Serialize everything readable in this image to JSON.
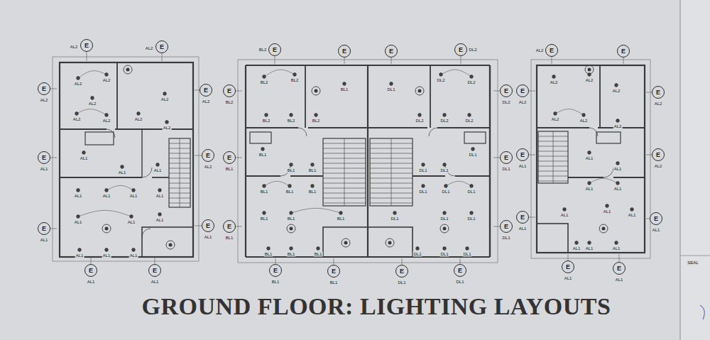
{
  "diagram": {
    "title": "GROUND FLOOR: LIGHTING LAYOUTS",
    "nodes": [
      {
        "text": [
          "E"
        ]
      },
      {
        "text": [
          "E"
        ]
      },
      {
        "text": [
          "E"
        ]
      },
      {
        "text": [
          "E"
        ]
      },
      {
        "text": [
          "E"
        ]
      },
      {
        "text": [
          "E"
        ]
      },
      {
        "text": [
          "E"
        ]
      },
      {
        "text": [
          "E"
        ]
      },
      {
        "text": [
          "E"
        ]
      },
      {
        "text": [
          "E"
        ]
      },
      {
        "text": [
          "E"
        ]
      },
      {
        "text": [
          "E"
        ]
      },
      {
        "text": [
          "E"
        ]
      },
      {
        "text": [
          "E"
        ]
      },
      {
        "text": [
          "E"
        ]
      },
      {
        "text": [
          "E"
        ]
      },
      {
        "text": [
          "E"
        ]
      },
      {
        "text": [
          "E"
        ]
      },
      {
        "text": [
          "E"
        ]
      },
      {
        "text": [
          "E"
        ]
      },
      {
        "text": [
          "E"
        ]
      },
      {
        "text": [
          "E"
        ]
      },
      {
        "text": [
          "E"
        ]
      },
      {
        "text": [
          "E"
        ]
      },
      {
        "text": [
          "E"
        ]
      },
      {
        "text": [
          "E"
        ]
      },
      {
        "text": [
          "E"
        ]
      },
      {
        "text": [
          "E"
        ]
      },
      {
        "text": [
          "E"
        ]
      },
      {
        "text": [
          "E"
        ]
      },
      {
        "text": [
          "E"
        ]
      },
      {
        "text": [
          "E"
        ]
      },
      {
        "text": [
          "E"
        ]
      },
      {
        "text": [
          "E"
        ]
      }
    ],
    "labels": [
      "AL2",
      "AL2",
      "AL2",
      "AL1",
      "AL1",
      "AL2",
      "AL2",
      "AL1",
      "AL1",
      "AL1",
      "AL2",
      "AL2",
      "AL2",
      "AL2",
      "AL2",
      "AL2",
      "AL2",
      "AL2",
      "AL1",
      "AL1",
      "AL1",
      "AL1",
      "AL1",
      "AL1",
      "AL1",
      "AL1",
      "AL1",
      "AL1",
      "AL1",
      "AL1",
      "AL1",
      "BL2",
      "BL2",
      "BL1",
      "BL1",
      "BL1",
      "BL1",
      "BL2",
      "BL2",
      "BL1",
      "BL2",
      "BL2",
      "BL2",
      "BL1",
      "BL1",
      "BL1",
      "BL1",
      "BL1",
      "BL1",
      "BL1",
      "BL1",
      "BL1",
      "BL1",
      "BL1",
      "BL1",
      "DL2",
      "DL2",
      "DL1",
      "DL1",
      "DL1",
      "DL1",
      "DL2",
      "DL2",
      "DL1",
      "DL2",
      "DL2",
      "DL2",
      "DL1",
      "DL1",
      "DL1",
      "DL1",
      "DL1",
      "DL1",
      "DL1",
      "DL1",
      "DL1",
      "DL1",
      "DL1",
      "DL1",
      "AL2",
      "AL2",
      "AL1",
      "AL1",
      "AL1",
      "AL1",
      "AL2",
      "AL2",
      "AL1",
      "AL2",
      "AL2",
      "AL2",
      "AL2",
      "AL2",
      "AL2",
      "AL1",
      "AL1",
      "AL1",
      "AL1",
      "AL1",
      "AL1",
      "AL1",
      "AL1",
      "AL1",
      "AL1",
      "SEAL"
    ]
  }
}
